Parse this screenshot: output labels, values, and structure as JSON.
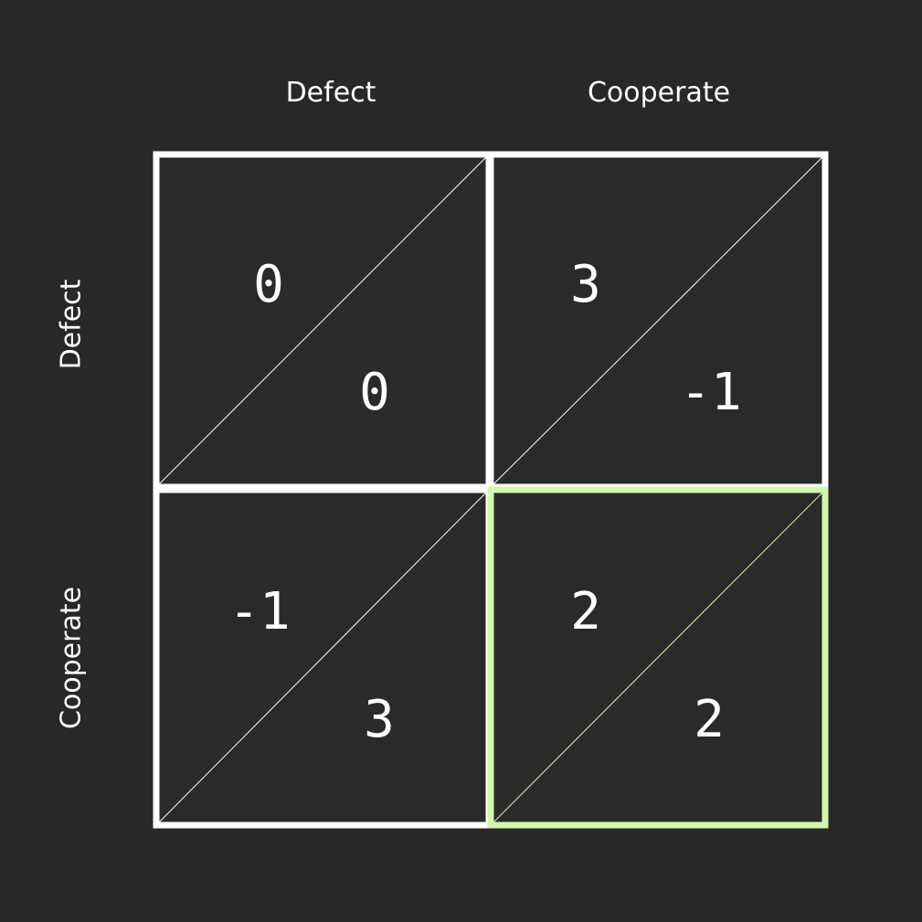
{
  "columns": {
    "left": "Defect",
    "right": "Cooperate"
  },
  "rows": {
    "top": "Defect",
    "bottom": "Cooperate"
  },
  "cells": {
    "dd": {
      "row_payoff": "0",
      "col_payoff": "0"
    },
    "dc": {
      "row_payoff": "3",
      "col_payoff": "-1"
    },
    "cd": {
      "row_payoff": "-1",
      "col_payoff": "3"
    },
    "cc": {
      "row_payoff": "2",
      "col_payoff": "2"
    }
  },
  "colors": {
    "background": "#282828",
    "grid": "#ffffff",
    "highlight": "#d2f8ac"
  }
}
